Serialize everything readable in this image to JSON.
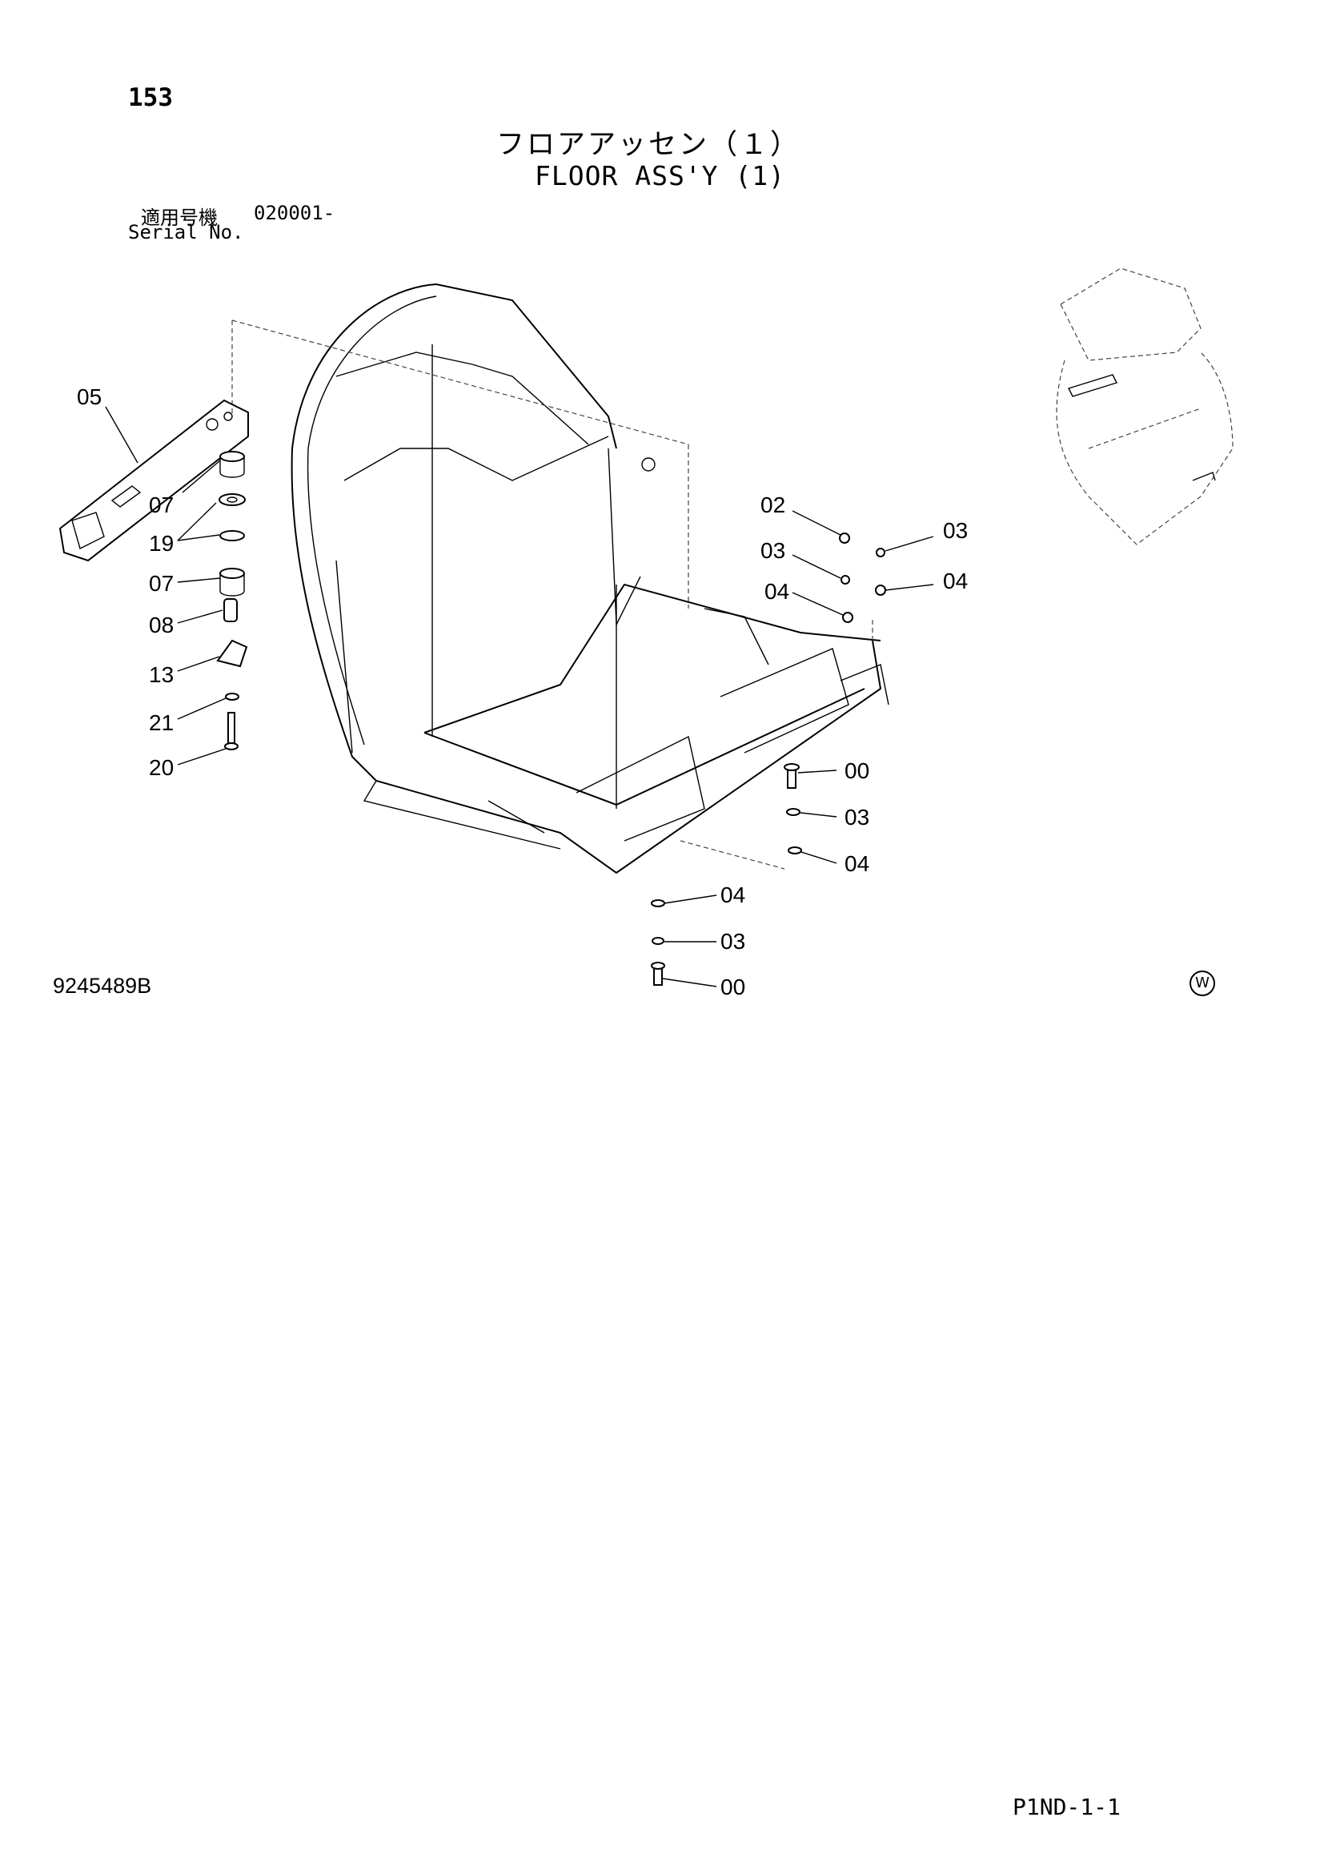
{
  "header": {
    "page_number": "153",
    "title_jp": "フロアアッセン（１）",
    "title_en": "FLOOR ASS'Y (1)",
    "serial_label_jp": "適用号機",
    "serial_value": "020001-",
    "serial_label_en": "Serial No."
  },
  "footer": {
    "drawing_number": "9245489B",
    "mark": "W",
    "page_code": "P1ND-1-1"
  },
  "callouts": [
    {
      "id": "c05",
      "label": "05"
    },
    {
      "id": "c07a",
      "label": "07"
    },
    {
      "id": "c19",
      "label": "19"
    },
    {
      "id": "c07b",
      "label": "07"
    },
    {
      "id": "c08",
      "label": "08"
    },
    {
      "id": "c13",
      "label": "13"
    },
    {
      "id": "c21",
      "label": "21"
    },
    {
      "id": "c20",
      "label": "20"
    },
    {
      "id": "c02",
      "label": "02"
    },
    {
      "id": "c03a",
      "label": "03"
    },
    {
      "id": "c03b",
      "label": "03"
    },
    {
      "id": "c04a",
      "label": "04"
    },
    {
      "id": "c04b",
      "label": "04"
    },
    {
      "id": "c00a",
      "label": "00"
    },
    {
      "id": "c03c",
      "label": "03"
    },
    {
      "id": "c04c",
      "label": "04"
    },
    {
      "id": "c04d",
      "label": "04"
    },
    {
      "id": "c03d",
      "label": "03"
    },
    {
      "id": "c00b",
      "label": "00"
    }
  ]
}
